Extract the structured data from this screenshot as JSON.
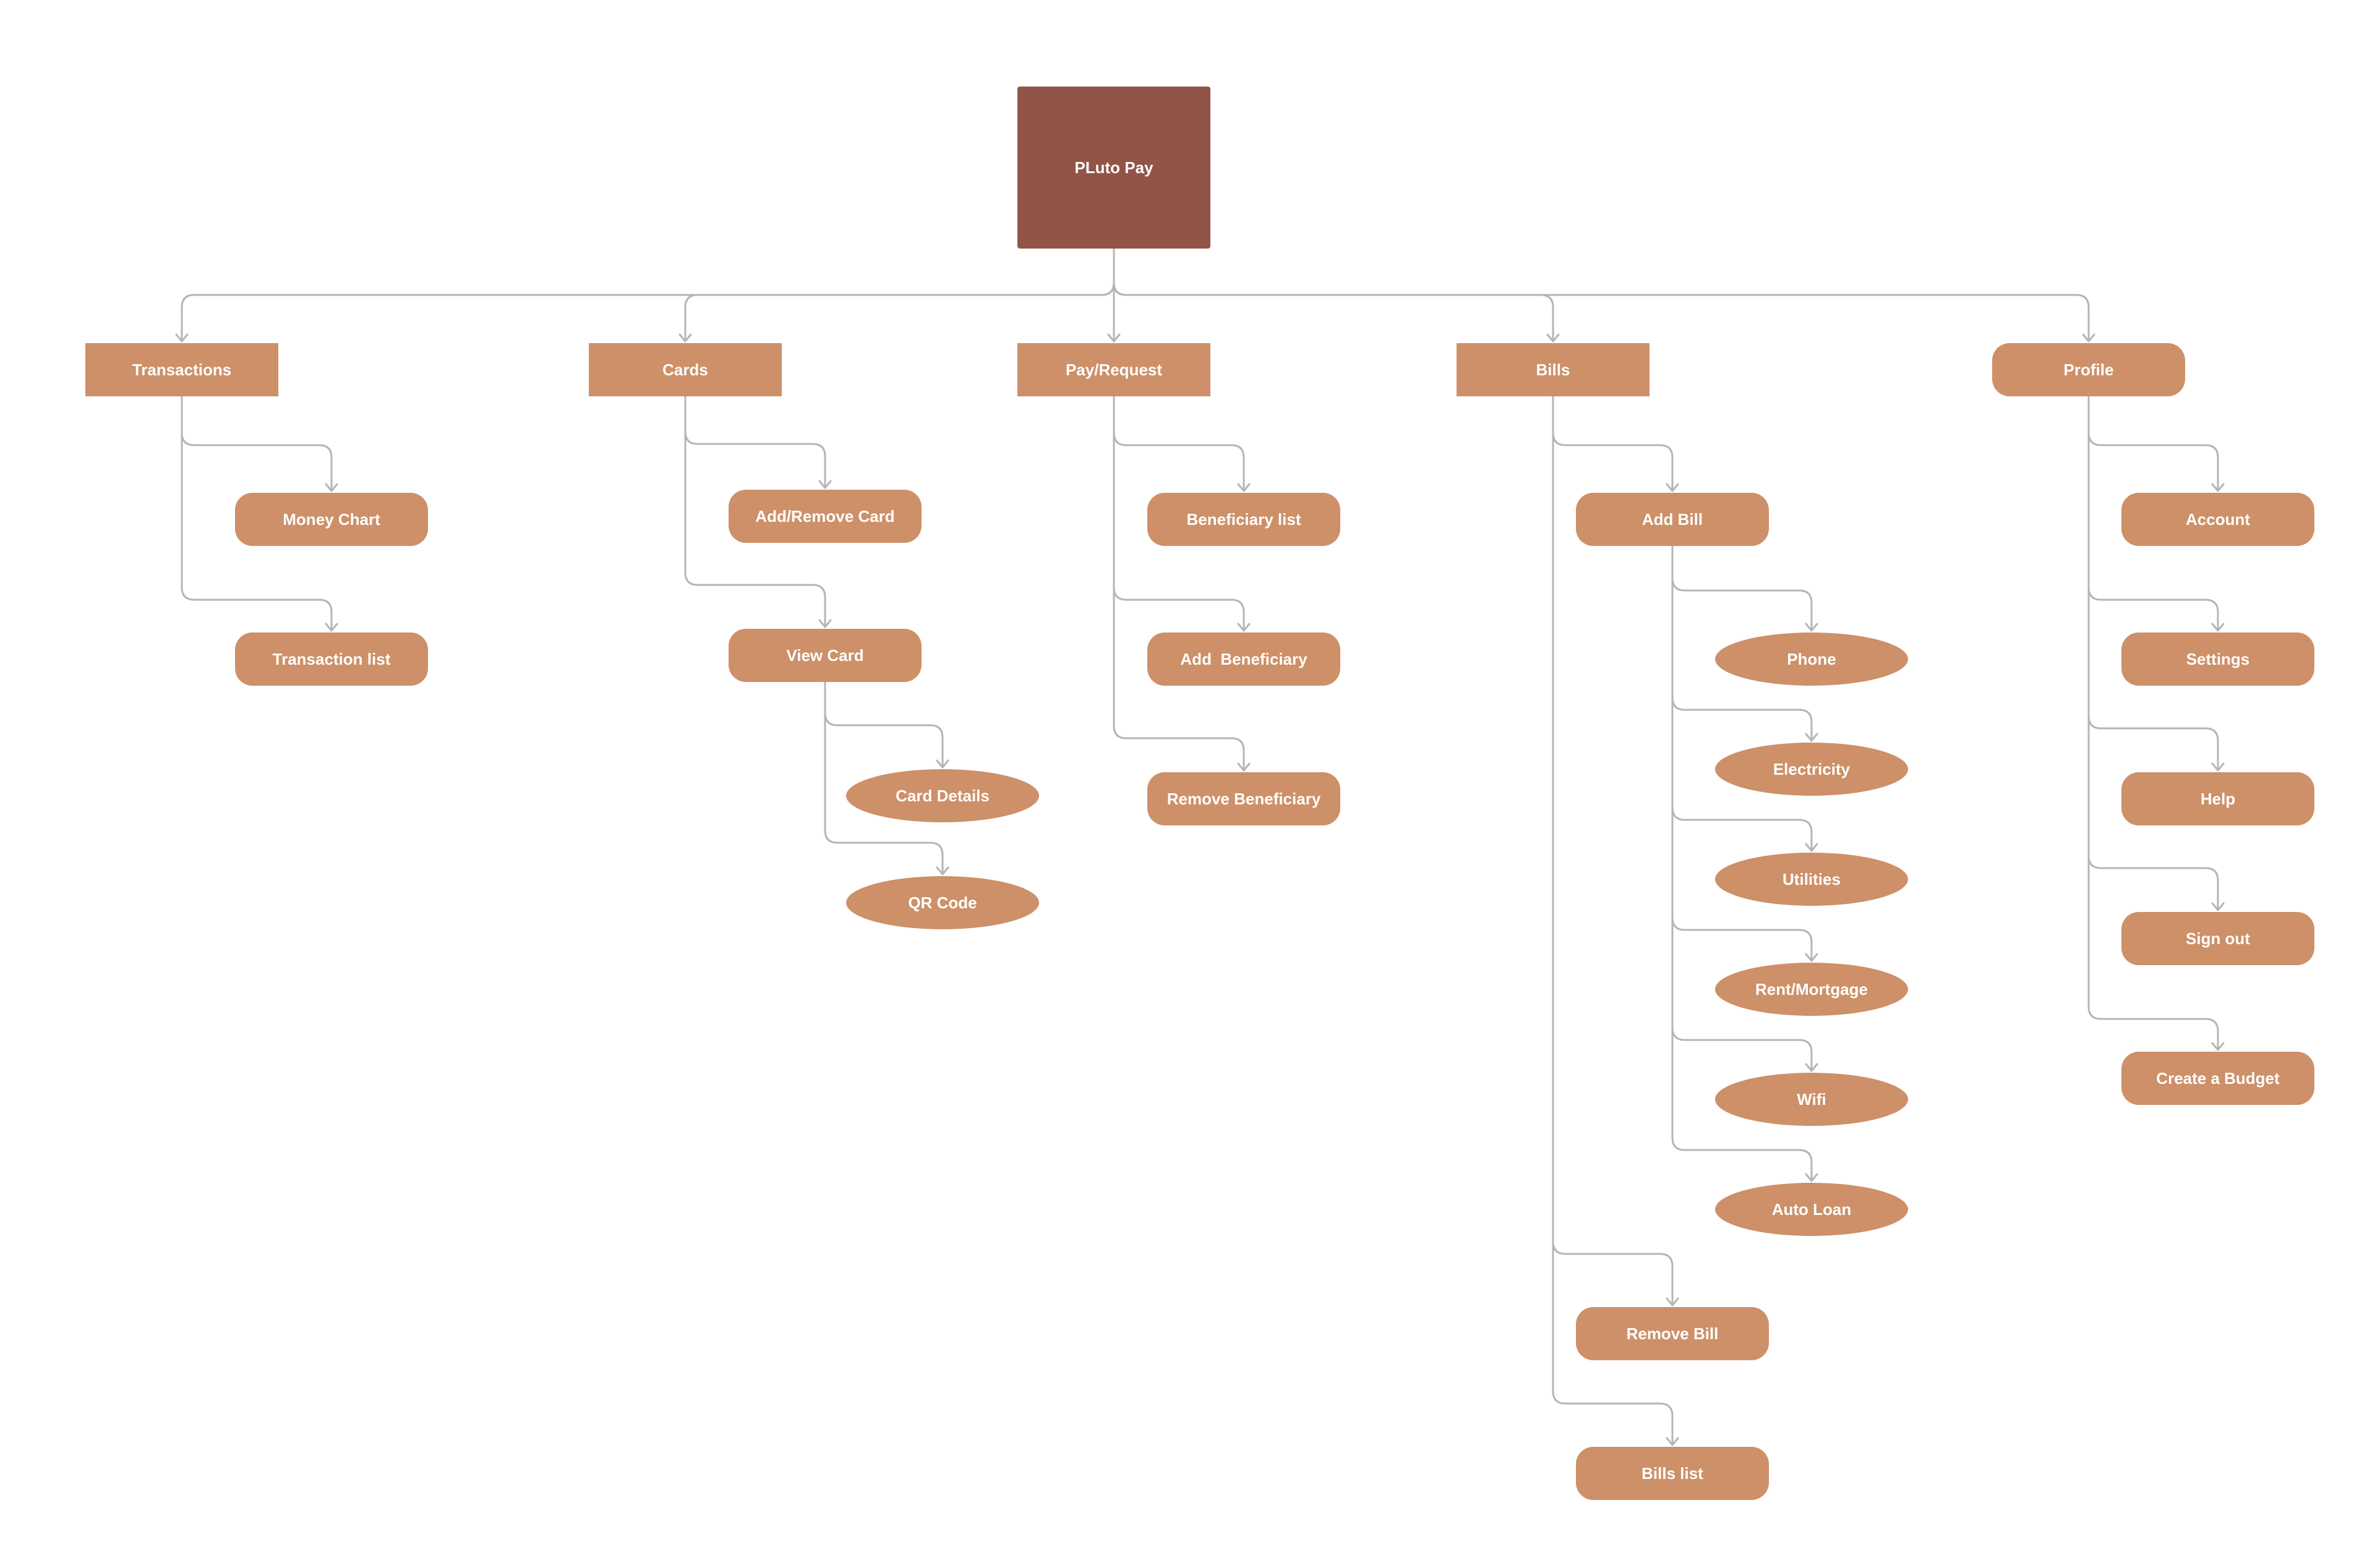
{
  "diagram": {
    "root": {
      "label": "PLuto Pay"
    },
    "columns": [
      {
        "label": "Transactions",
        "children": [
          {
            "label": "Money Chart"
          },
          {
            "label": "Transaction list"
          }
        ]
      },
      {
        "label": "Cards",
        "children": [
          {
            "label": "Add/Remove Card"
          },
          {
            "label": "View Card",
            "children": [
              {
                "label": "Card Details"
              },
              {
                "label": "QR Code"
              }
            ]
          }
        ]
      },
      {
        "label": "Pay/Request",
        "children": [
          {
            "label": "Beneficiary list"
          },
          {
            "label": "Add  Beneficiary"
          },
          {
            "label": "Remove Beneficiary"
          }
        ]
      },
      {
        "label": "Bills",
        "children": [
          {
            "label": "Add Bill",
            "children": [
              {
                "label": "Phone"
              },
              {
                "label": "Electricity"
              },
              {
                "label": "Utilities"
              },
              {
                "label": "Rent/Mortgage"
              },
              {
                "label": "Wifi"
              },
              {
                "label": "Auto Loan"
              }
            ]
          },
          {
            "label": "Remove Bill"
          },
          {
            "label": "Bills list"
          }
        ]
      },
      {
        "label": "Profile",
        "children": [
          {
            "label": "Account"
          },
          {
            "label": "Settings"
          },
          {
            "label": "Help"
          },
          {
            "label": "Sign out"
          },
          {
            "label": "Create a Budget"
          }
        ]
      }
    ]
  },
  "colors": {
    "root_fill": "#915447",
    "node_fill": "#cd9068",
    "text": "#ffffff",
    "connector": "#b5b5b5",
    "background": "#ffffff"
  }
}
